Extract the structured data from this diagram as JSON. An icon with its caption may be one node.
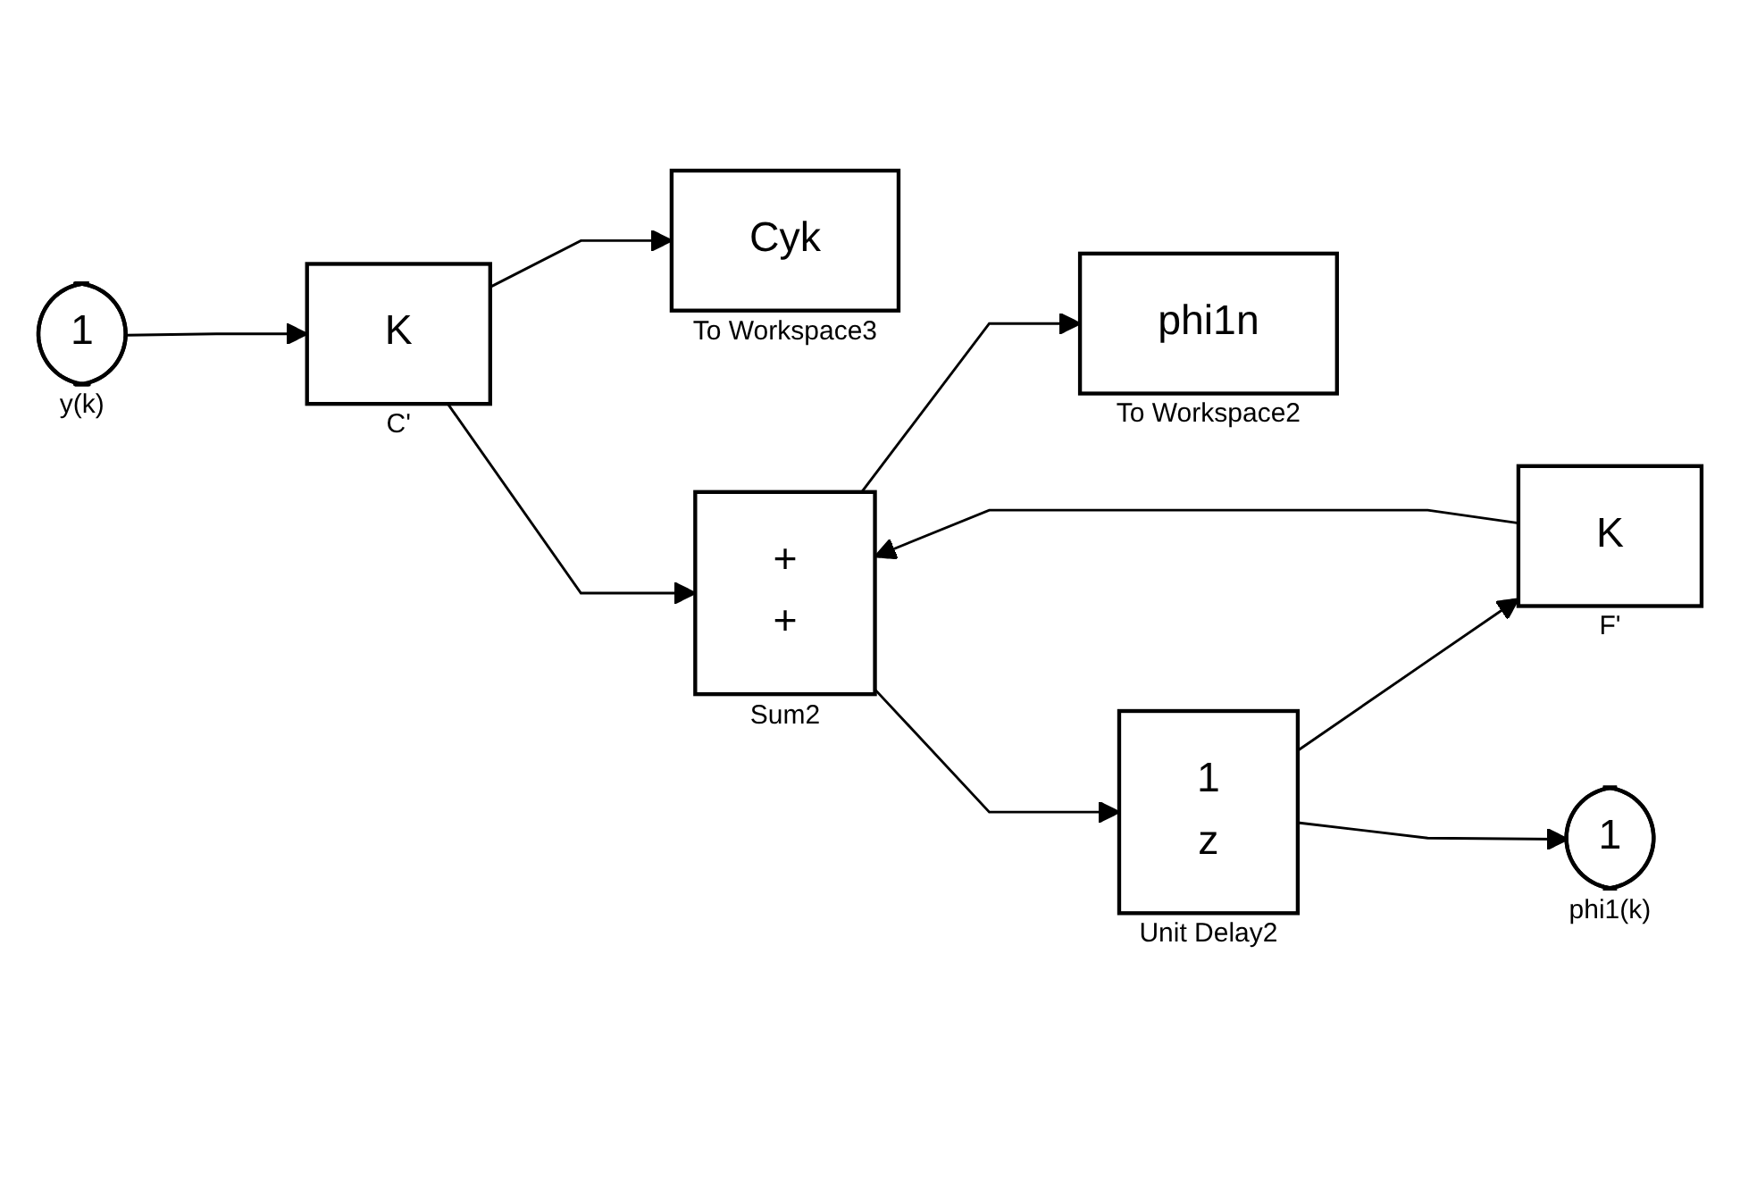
{
  "diagram": {
    "nodes": [
      {
        "text": [
          "1"
        ],
        "beside": [
          "y(k)"
        ]
      },
      {
        "text": [
          "K"
        ],
        "beside": [
          "C'"
        ]
      },
      {
        "text": [
          "Cyk"
        ],
        "beside": [
          "To Workspace3"
        ]
      },
      {
        "text": [
          "+",
          "+"
        ],
        "beside": [
          "Sum2"
        ]
      },
      {
        "text": [
          "K"
        ],
        "beside": [
          "F'"
        ]
      },
      {
        "text": [
          "phi1n"
        ],
        "beside": [
          "To Workspace2"
        ]
      },
      {
        "text": [
          "1",
          "z"
        ],
        "beside": [
          "Unit Delay2"
        ]
      },
      {
        "text": [
          "1"
        ],
        "beside": [
          "phi1(k)"
        ]
      }
    ],
    "edges": [
      {
        "from": 0,
        "to": 1,
        "arrow": "to"
      },
      {
        "from": 1,
        "to": 2,
        "arrow": "to"
      },
      {
        "from": 1,
        "to": 3,
        "arrow": "to"
      },
      {
        "from": 4,
        "to": 3,
        "arrow": "to"
      },
      {
        "from": 3,
        "to": 5,
        "arrow": "to"
      },
      {
        "from": 3,
        "to": 6,
        "arrow": "to"
      },
      {
        "from": 6,
        "to": 4,
        "arrow": "to"
      },
      {
        "from": 6,
        "to": 7,
        "arrow": "to"
      }
    ]
  }
}
